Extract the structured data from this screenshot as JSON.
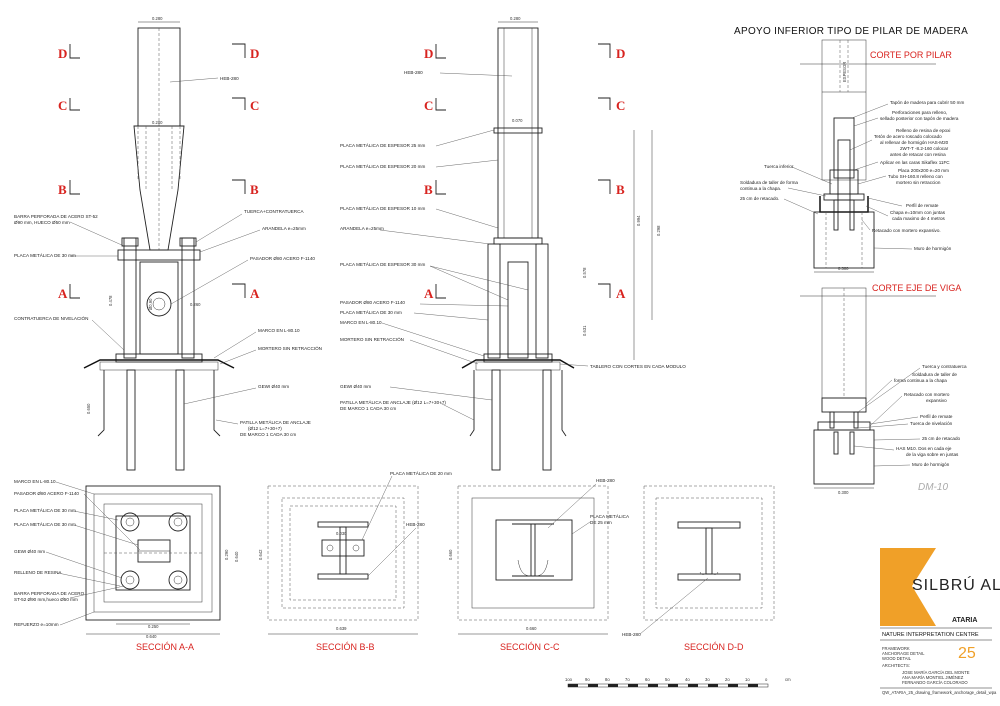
{
  "sheet": {
    "main_title": "APOYO INFERIOR TIPO DE PILAR DE MADERA",
    "corte_pilar_title": "CORTE POR PILAR",
    "corte_viga_title": "CORTE EJE DE VIGA",
    "detail_code": "DM-10",
    "accent_color": "#d8231f",
    "logo_orange": "#f0a028"
  },
  "section_letters": [
    "A",
    "B",
    "C",
    "D"
  ],
  "elevation_left": {
    "dims": {
      "top": "0.280",
      "mid": "0.200",
      "base": "0.260",
      "side": "0.478",
      "pile": "0.650",
      "tube": "Ø0.90"
    },
    "labels": {
      "heb": "HEB-280",
      "barra": "BARRA PERFORADA DE ACERO ST-52",
      "barra2": "Ø90 mm, HUECO Ø50 mm",
      "tuerca": "TUERCA+CONTRATUERCA",
      "arandela": "ARANDELA e=25mm",
      "placa30": "PLACA METÁLICA DE 30 mm",
      "pasador": "PASADOR Ø80 ACERO F-1140",
      "contratuerca": "CONTRATUERCA DE NIVELACIÓN",
      "marco": "MARCO EN L-80.10",
      "mortero": "MORTERO SIN RETRACCIÓN",
      "gewi": "GEWI Ø40 mm",
      "patilla": "PATILLA METÁLICA DE ANCLAJE",
      "patilla2": "(Ø12 L=7+30+7)",
      "patilla3": "DE MARCO 1 CADA 30 cm"
    }
  },
  "elevation_right": {
    "dims": {
      "top": "0.280",
      "plate": "0.070",
      "h1": "0.994",
      "h2": "0.298",
      "h3": "0.578",
      "h4": "0.631"
    },
    "labels": {
      "heb": "HEB-280",
      "placa25": "PLACA METÁLICA DE ESPESOR 25 mm",
      "placa20": "PLACA METÁLICA DE ESPESOR 20 mm",
      "placa10": "PLACA METÁLICA DE ESPESOR 10 mm",
      "arandela": "ARANDELA e=25mm",
      "placa30e": "PLACA METÁLICA DE ESPESOR 30 mm",
      "pasador": "PASADOR Ø80 ACERO F-1140",
      "placa30": "PLACA METÁLICA DE 30 mm",
      "marco": "MARCO EN L-80.10",
      "mortero": "MORTERO SIN RETRACCIÓN",
      "tablero": "TABLERO CON CORTES EN CADA MODULO",
      "gewi": "GEWI Ø40 mm",
      "patilla": "PATILLA METÁLICA DE ANCLAJE (Ø12 L=7+30+7)",
      "patilla2": "DE MARCO 1 CADA 30 cm"
    }
  },
  "section_aa": {
    "title": "SECCIÓN A-A",
    "dims": {
      "w1": "0.250",
      "w2": "0.640",
      "h1": "0.290",
      "h2": "0.640"
    },
    "labels": {
      "marco": "MARCO EN L-80.10",
      "pasador": "PASADOR Ø80 ACERO F-1140",
      "placa30a": "PLACA METÁLICA DE 30 mm",
      "placa30b": "PLACA METÁLICA DE 30 mm",
      "gewi": "GEWI Ø40 mm",
      "relleno": "RELLENO DE RESINA",
      "barra": "BARRA PERFORADA DE ACERO",
      "barra2": "ST-52 Ø90 mm,hueco Ø50 mm",
      "refuerzo": "REFUERZO e=10mm"
    }
  },
  "section_bb": {
    "title": "SECCIÓN B-B",
    "dims": {
      "w": "0.639",
      "h": "0.642",
      "inner": "0.030"
    },
    "labels": {
      "placa20": "PLACA METÁLICA DE 20 mm",
      "heb": "HEB-280"
    }
  },
  "section_cc": {
    "title": "SECCIÓN C-C",
    "dims": {
      "w": "0.660",
      "h": "0.660"
    },
    "labels": {
      "heb": "HEB-280",
      "placa": "PLACA METÁLICA",
      "placa2": "DE 25 mm"
    }
  },
  "section_dd": {
    "title": "SECCIÓN D-D",
    "labels": {
      "heb": "HEB-280"
    }
  },
  "corte_pilar": {
    "labels": {
      "l1": "Tapón de madera para cubrir 50 mm",
      "l2": "Perforaciones para relleno,",
      "l3": "sellado posterior con tapón de madera",
      "l4": "Relleno de resina de epoxi",
      "l5": "Tetón de acero roscado colocado",
      "l6": "al rellenar de hormigón HAS-M20",
      "l7": "2WT-T -8.2-160 colocar",
      "l8": "antes de retacar con resina",
      "l9": "Aplicar en las caras Sikaflex 11FC",
      "l10": "Placa 200x200 e=20 mm",
      "l11": "Tubo SH-160.8 relleno con",
      "l12": "mortero sin retraccion",
      "l13": "Perfil de remate",
      "l14": "Chapa e=10mm con juntas",
      "l15": "cada maximo de 4 metros",
      "l16": "Retacado con mortero expansivo.",
      "l17": "Muro de hormigón",
      "left1": "Tuerca inferior.",
      "left2": "Soldadura de taller de forma",
      "left3": "continua a la chapa.",
      "left4": "25 cm de retacado.",
      "dim": "0.300",
      "rot": "ESPESOR"
    }
  },
  "corte_viga": {
    "labels": {
      "l1": "Tuerca y contratuerca",
      "l2": "Soldadura de taller de",
      "l3": "forma continua a la chapa",
      "l4": "Retacado con mortero",
      "l5": "expansivo",
      "l6": "Perfil de remate",
      "l7": "Tuerca de nivelación",
      "l8": "25 cm de retacado",
      "l9": "HAS M10. Dos en cada eje",
      "l10": "de la viga sobre en juntas",
      "l11": "Muro de hormigón",
      "dim": "0.300"
    }
  },
  "title_block": {
    "logo_text": "SILBRÚ ALAIZ A",
    "logo_word": "ATARIA",
    "centre": "NATURE INTERPRETATION CENTRE",
    "sheet_no": "25",
    "desc1": "FRAMEWORK",
    "desc2": "ANCHORAGE DETAIL",
    "desc3": "WOOD DETAIL",
    "architects": "ARCHITECTS:",
    "names1": "JOSE MARÍA GARCÍA DEL MONTE",
    "names2": "ANA MARÍA MONTIEL JIMÉNEZ",
    "names3": "FERNANDO GARCÍA COLORADO",
    "file": "QW_ATARIA_25_drawing_framework_anchorage_detail_wpa"
  },
  "scale_bar": {
    "ticks": [
      "1oo",
      "9o",
      "8o",
      "7o",
      "6o",
      "5o",
      "4o",
      "3o",
      "2o",
      "1o",
      "o",
      "cm"
    ]
  }
}
